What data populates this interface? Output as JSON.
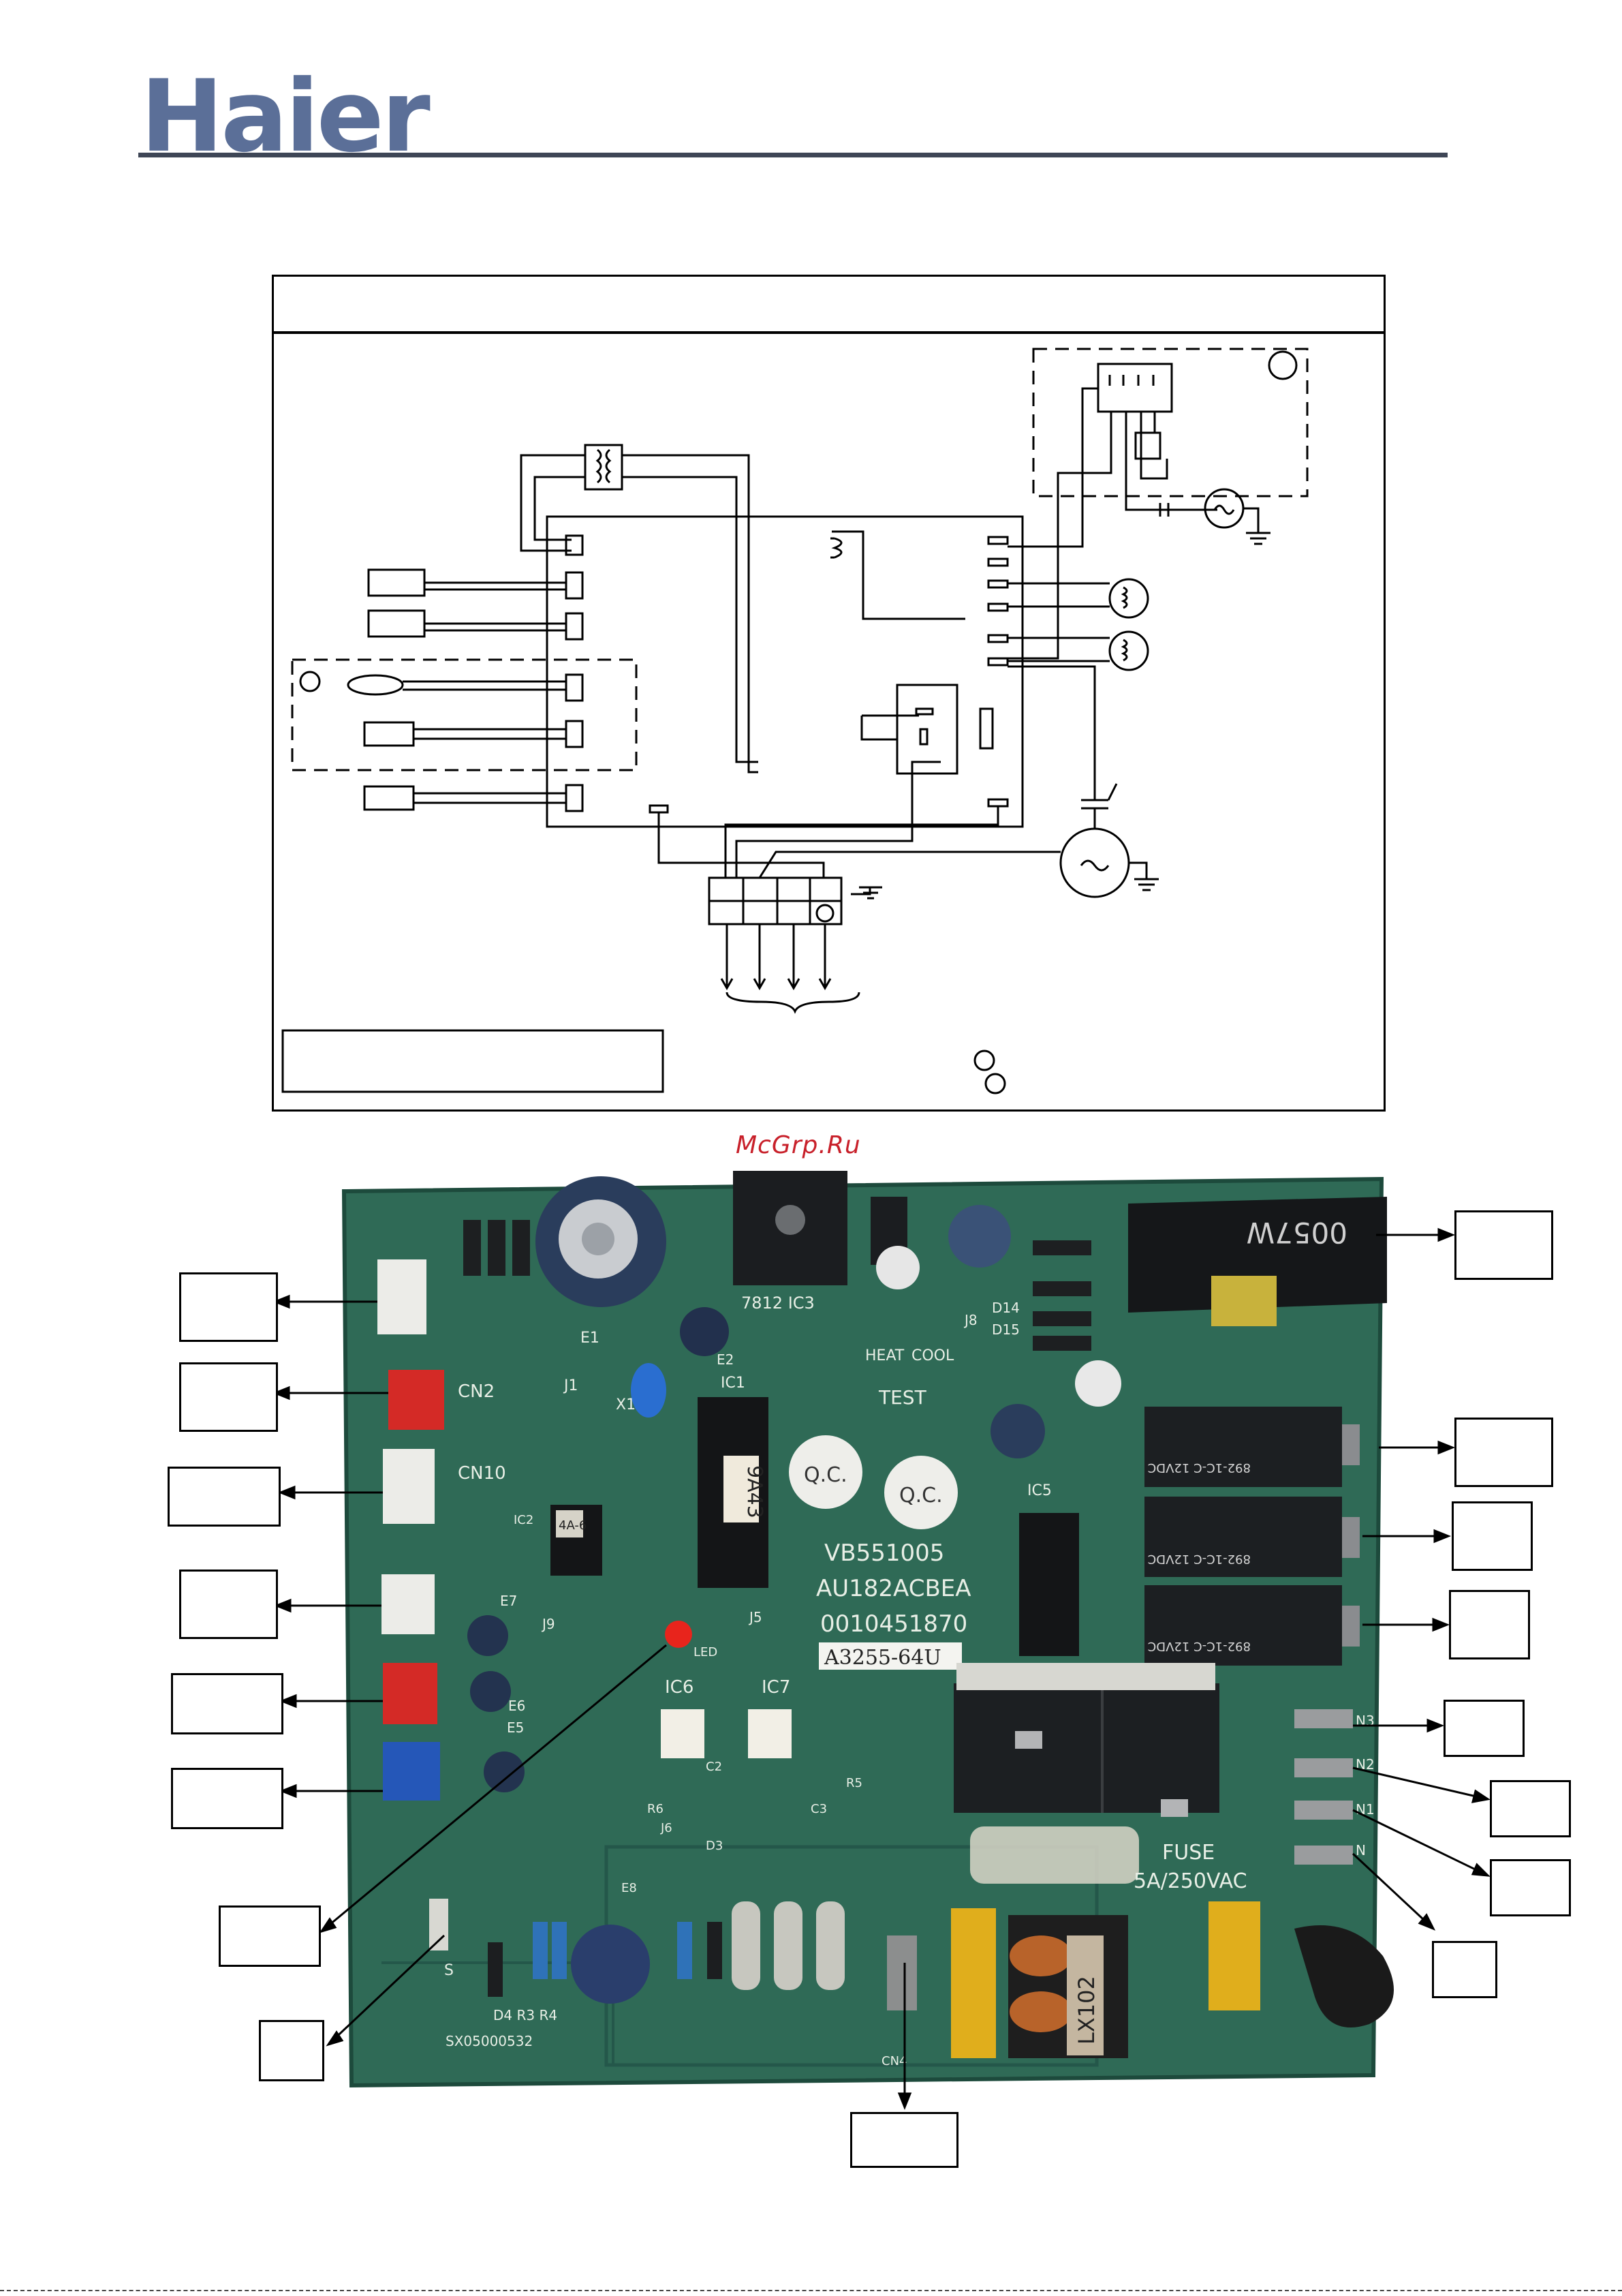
{
  "header": {
    "logo_text": "Haier",
    "logo_color": "#5b6f98"
  },
  "watermark": {
    "text": "McGrp.Ru"
  },
  "pcb": {
    "marks": {
      "ic3_regulator": "7812 IC3",
      "ic1": "IC1",
      "ic1_chip": "9A43",
      "ic2": "IC2",
      "ic2_chip": "4A-6",
      "ic5": "IC5",
      "ic6": "IC6",
      "ic7": "IC7",
      "cn2": "CN2",
      "cn10": "CN10",
      "x1": "X1",
      "j1": "J1",
      "j5": "J5",
      "j6": "J6",
      "j8": "J8",
      "j9": "J9",
      "heat": "HEAT",
      "cool": "COOL",
      "test": "TEST",
      "led": "LED",
      "qc1": "Q.C.",
      "qc2": "Q.C.",
      "board_code_1": "VB551005",
      "board_code_2": "AU182ACBEA",
      "board_code_3": "0010451870",
      "board_code_4": "A3255-64U",
      "transformer": "0057W",
      "fuse": "FUSE",
      "fuse_rating": "5A/250VAC",
      "inductor": "LX102",
      "cn4": "CN4",
      "s_mark": "S",
      "d4_r3": "D4 R3 R4",
      "board_serial": "SX05000532",
      "n3": "N3",
      "n2": "N2",
      "n1": "N1",
      "n_mark": "N",
      "d14": "D14",
      "d15": "D15",
      "e1": "E1",
      "e2": "E2",
      "e5": "E5",
      "e6": "E6",
      "e7": "E7",
      "e8": "E8",
      "d3": "D3",
      "r5": "R5",
      "r6": "R6",
      "c2": "C2",
      "c3": "C3",
      "relay_1": "892-1C-C 12VDC",
      "relay_2": "892-1C-C 12VDC",
      "relay_3": "892-1C-C 12VDC"
    }
  },
  "colors": {
    "pcb_green": "#2f6a56",
    "connector_red": "#d42a26",
    "connector_blue": "#2557b8",
    "connector_white": "#ecece8",
    "relay_black": "#1c1f22"
  }
}
